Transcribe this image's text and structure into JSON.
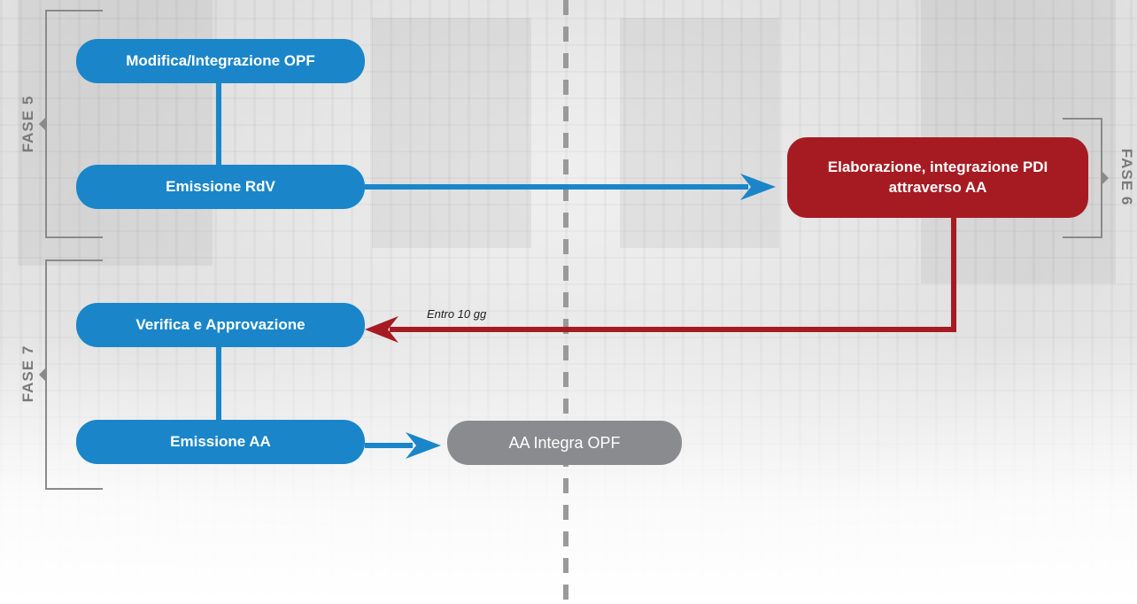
{
  "colors": {
    "blue": "#1a86c9",
    "red": "#a61b22",
    "grey": "#8a8b8e",
    "bracket": "#8a8a8a"
  },
  "phases": {
    "fase5": "FASE 5",
    "fase6": "FASE 6",
    "fase7": "FASE 7"
  },
  "boxes": {
    "modifica": "Modifica/Integrazione OPF",
    "emissione_rdv": "Emissione RdV",
    "elaborazione_line1": "Elaborazione, integrazione PDI",
    "elaborazione_line2": "attraverso AA",
    "verifica": "Verifica e Approvazione",
    "emissione_aa": "Emissione AA",
    "aa_integra": "AA Integra OPF"
  },
  "annotations": {
    "entro": "Entro 10 gg"
  }
}
